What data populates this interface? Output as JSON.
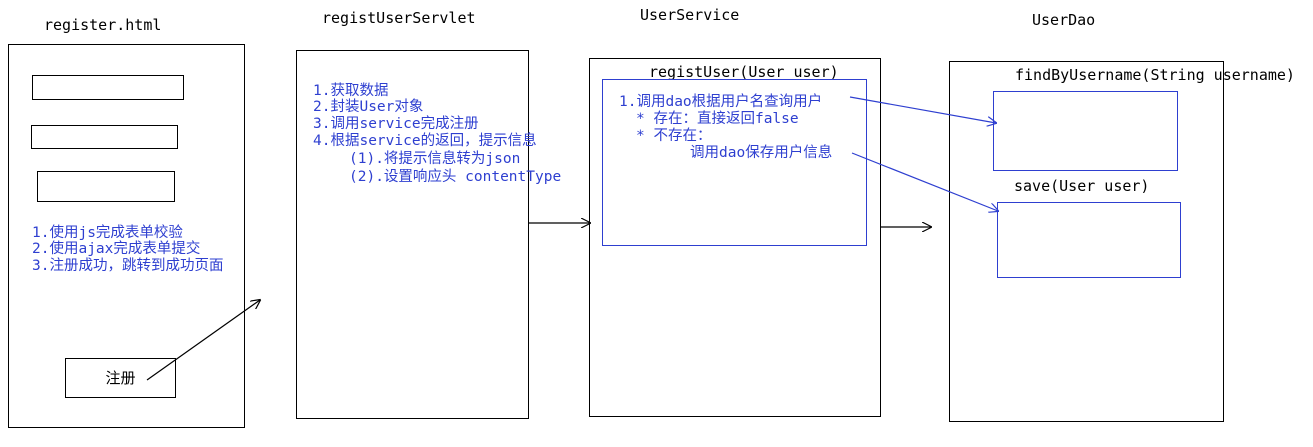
{
  "titles": {
    "register": "register.html",
    "servlet": "registUserServlet",
    "service": "UserService",
    "dao": "UserDao"
  },
  "register_page": {
    "notes": [
      "1.使用js完成表单校验",
      "2.使用ajax完成表单提交",
      "3.注册成功，跳转到成功页面"
    ],
    "button_label": "注册"
  },
  "servlet": {
    "steps": [
      "1.获取数据",
      "2.封装User对象",
      "3.调用service完成注册",
      "4.根据service的返回，提示信息",
      "(1).将提示信息转为json",
      "(2).设置响应头 contentType"
    ]
  },
  "service": {
    "method": "registUser(User user)",
    "lines": [
      "1.调用dao根据用户名查询用户",
      "* 存在：直接返回false",
      "* 不存在：",
      "调用dao保存用户信息"
    ]
  },
  "dao": {
    "methods": [
      "findByUsername(String username)",
      "save(User user)"
    ]
  },
  "colors": {
    "note": "#2e3fd0",
    "frame": "#000000"
  }
}
